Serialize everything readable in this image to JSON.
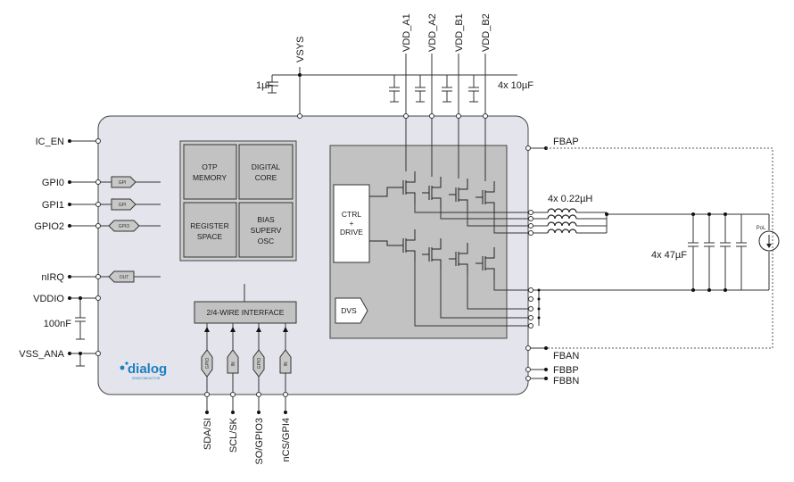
{
  "pins_left": {
    "ic_en": "IC_EN",
    "gpi0": "GPI0",
    "gpi1": "GPI1",
    "gpio2": "GPIO2",
    "nirq": "nIRQ",
    "vddio": "VDDIO",
    "vss_ana": "VSS_ANA"
  },
  "pins_top": {
    "vsys": "VSYS",
    "vdd_a1": "VDD_A1",
    "vdd_a2": "VDD_A2",
    "vdd_b1": "VDD_B1",
    "vdd_b2": "VDD_B2"
  },
  "pins_bottom": {
    "sda": "SDA/SI",
    "scl": "SCL/SK",
    "so": "SO/GPIO3",
    "ncs": "nCS/GPI4"
  },
  "pins_right": {
    "fbap": "FBAP",
    "fban": "FBAN",
    "fbbp": "FBBP",
    "fbbn": "FBBN"
  },
  "components": {
    "cap_vsys": "1µF",
    "caps_vdd": "4x 10µF",
    "inductors": "4x 0.22µH",
    "caps_out": "4x 47µF",
    "cap_vddio": "100nF",
    "load": "PoL"
  },
  "blocks": {
    "otp": [
      "OTP",
      "MEMORY"
    ],
    "digital": [
      "DIGITAL",
      "CORE"
    ],
    "register": [
      "REGISTER",
      "SPACE"
    ],
    "bias": [
      "BIAS",
      "SUPERV",
      "OSC"
    ],
    "interface": "2/4-WIRE INTERFACE",
    "ctrl": [
      "CTRL",
      "+",
      "DRIVE"
    ],
    "dvs": "DVS"
  },
  "io_tags": {
    "gpi0": "GPI",
    "gpi1": "GPI",
    "gpio2": "GPIO",
    "nirq": "OUT",
    "sda": "GPIO",
    "scl": "IN",
    "so": "GPIO",
    "ncs": "IN"
  },
  "logo": {
    "name": "dialog",
    "tagline": "SEMICONDUCTOR",
    "color": "#1c7fc0"
  },
  "colors": {
    "chip_body": "#e4e4ec",
    "block": "#c2c2c2",
    "block_border": "#333333"
  }
}
